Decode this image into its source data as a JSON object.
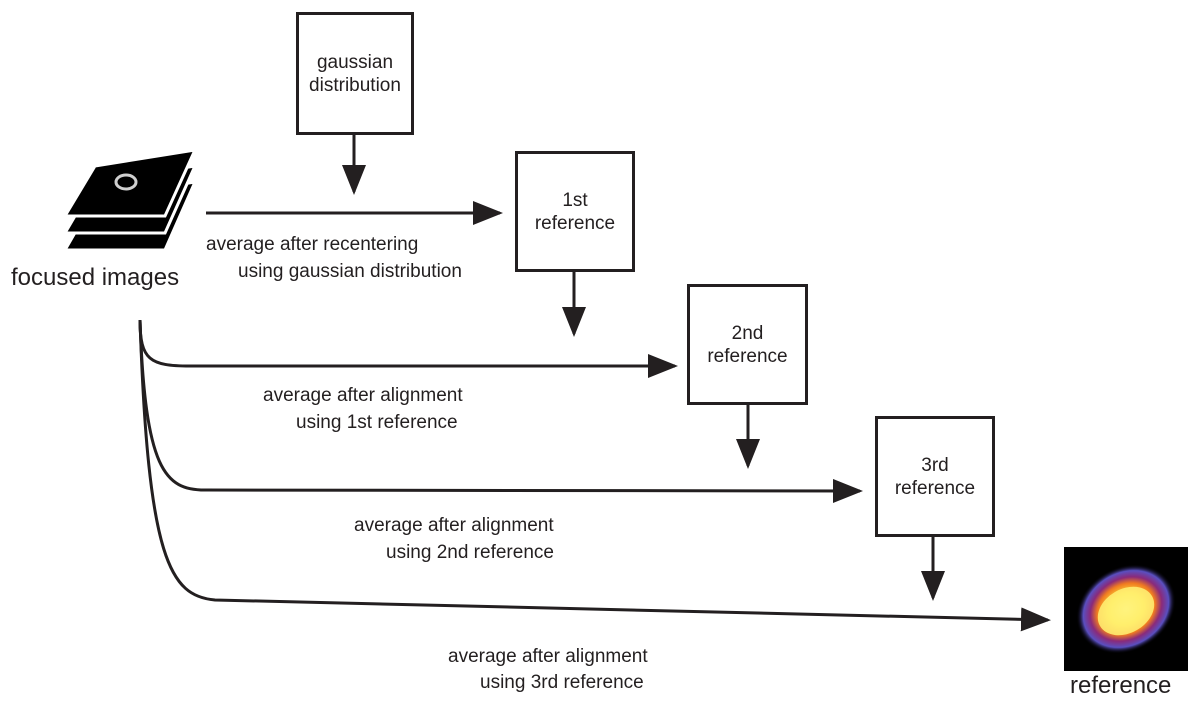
{
  "diagram": {
    "boxes": {
      "gaussian": "gaussian\ndistribution",
      "ref1": "1st\nreference",
      "ref2": "2nd\nreference",
      "ref3": "3rd\nreference"
    },
    "labels": {
      "focused_images": "focused images",
      "step1_line1": "average after recentering",
      "step1_line2": "using gaussian distribution",
      "step2_line1": "average after alignment",
      "step2_line2": "using 1st reference",
      "step3_line1": "average after alignment",
      "step3_line2": "using 2nd reference",
      "step4_line1": "average after alignment",
      "step4_line2": "using 3rd reference",
      "reference": "reference"
    },
    "colors": {
      "ink": "#231f20",
      "heatmap_background": "#000000",
      "heatmap_core": "#ffff55",
      "heatmap_mid": "#f07a20",
      "heatmap_outer": "#6a55c8"
    }
  }
}
